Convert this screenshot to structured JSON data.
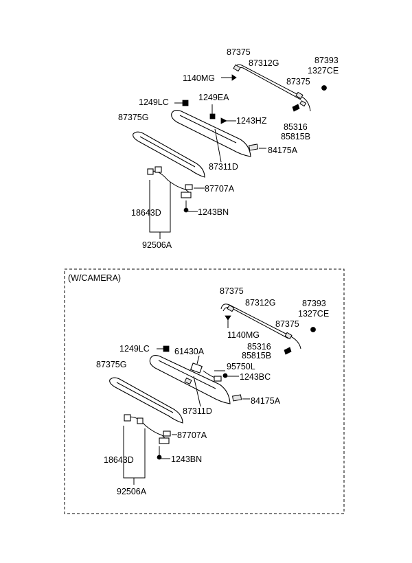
{
  "main_labels": {
    "p87375_a": "87375",
    "p87312g": "87312G",
    "p87393": "87393",
    "p1327ce": "1327CE",
    "p1140mg": "1140MG",
    "p87375_b": "87375",
    "p1249lc": "1249LC",
    "p1249ea": "1249EA",
    "p87375g": "87375G",
    "p1243hz": "1243HZ",
    "p85316": "85316",
    "p85815b": "85815B",
    "p84175a": "84175A",
    "p87311d": "87311D",
    "p87707a": "87707A",
    "p18643d": "18643D",
    "p1243bn": "1243BN",
    "p92506a": "92506A"
  },
  "camera_section": {
    "title": "(W/CAMERA)",
    "labels": {
      "p87375_a": "87375",
      "p87312g": "87312G",
      "p87393": "87393",
      "p1327ce": "1327CE",
      "p87375_b": "87375",
      "p1140mg": "1140MG",
      "p85316": "85316",
      "p85815b": "85815B",
      "p1249lc": "1249LC",
      "p61430a": "61430A",
      "p95750l": "95750L",
      "p87375g": "87375G",
      "p1243bc": "1243BC",
      "p84175a": "84175A",
      "p87311d": "87311D",
      "p87707a": "87707A",
      "p18643d": "18643D",
      "p1243bn": "1243BN",
      "p92506a": "92506A"
    }
  }
}
